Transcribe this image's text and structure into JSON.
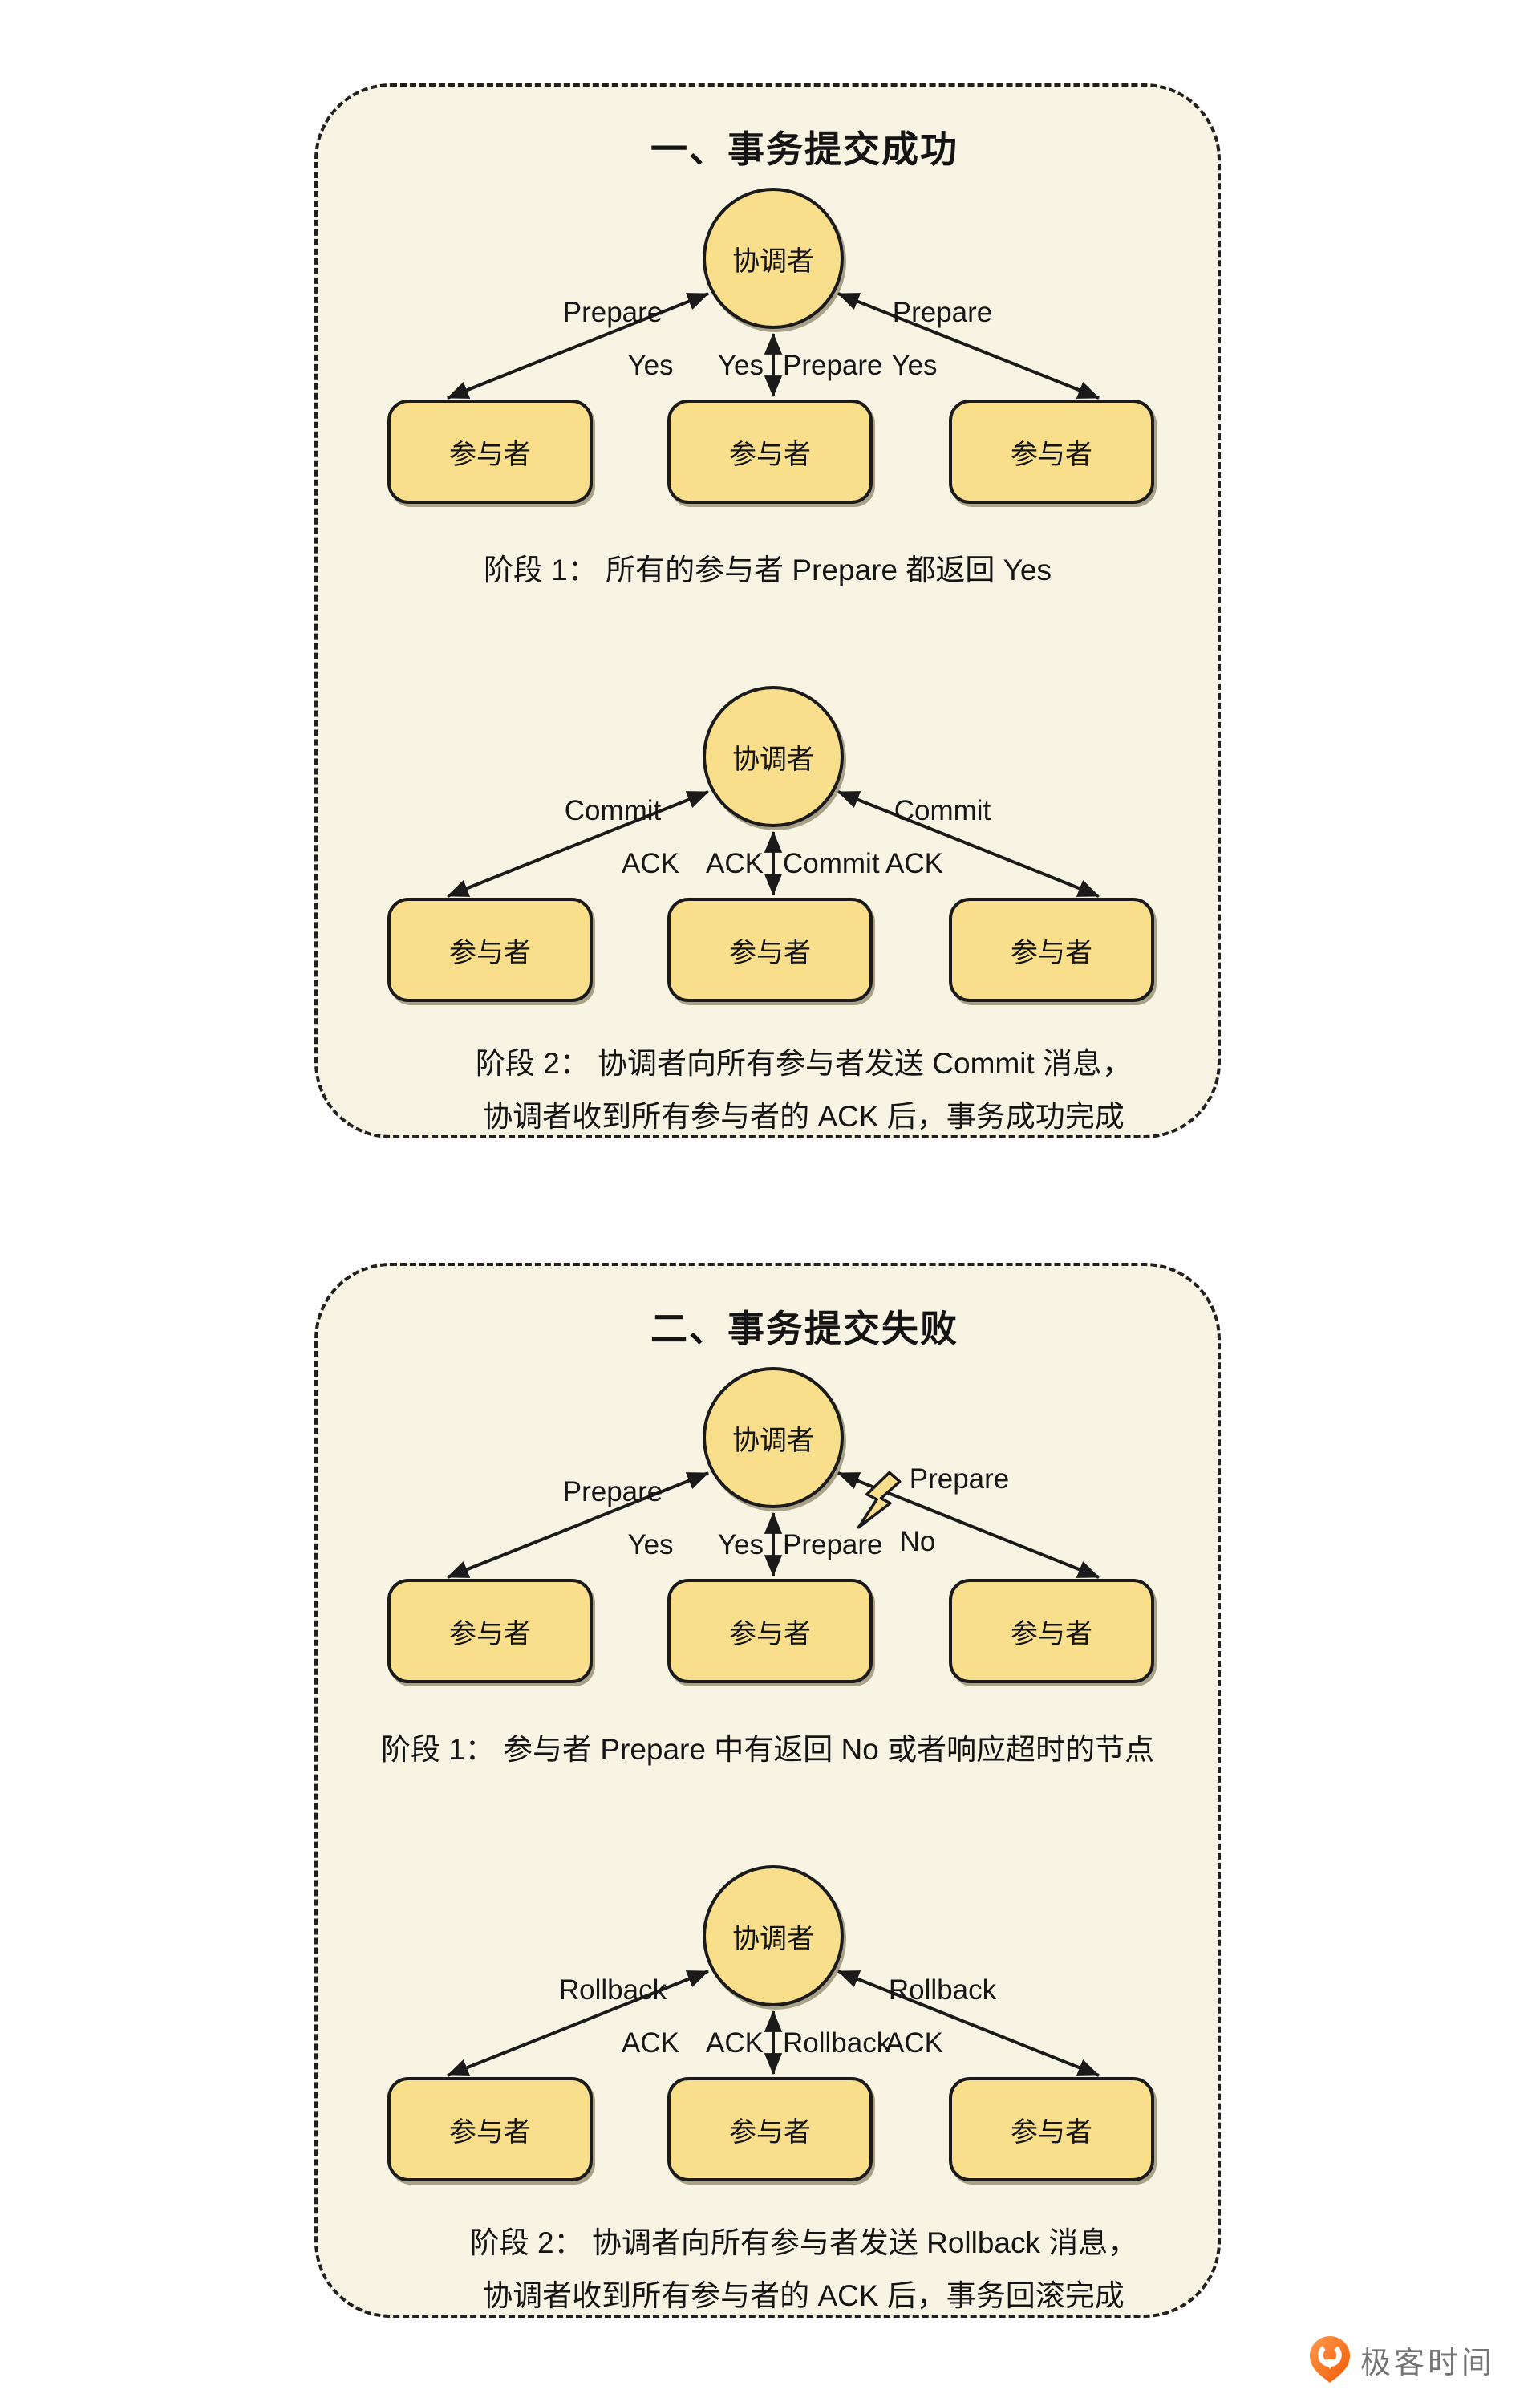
{
  "colors": {
    "page_bg": "#ffffff",
    "panel_bg": "#f7f4e4",
    "node_fill": "#f9de8c",
    "ink": "#1a1a1a",
    "brand_orange": "#f15a05",
    "brand_gray": "#757575"
  },
  "panels": [
    {
      "title": "一、事务提交成功",
      "phases": [
        {
          "coordinator": "协调者",
          "participants": [
            "参与者",
            "参与者",
            "参与者"
          ],
          "left_request": "Prepare",
          "left_reply": "Yes",
          "mid_reply": "Yes",
          "mid_request": "Prepare",
          "right_request": "Prepare",
          "right_reply": "Yes",
          "caption_line1": "阶段 1： 所有的参与者 Prepare 都返回 Yes",
          "caption_line2": ""
        },
        {
          "coordinator": "协调者",
          "participants": [
            "参与者",
            "参与者",
            "参与者"
          ],
          "left_request": "Commit",
          "left_reply": "ACK",
          "mid_reply": "ACK",
          "mid_request": "Commit",
          "right_request": "Commit",
          "right_reply": "ACK",
          "caption_line1": "阶段 2： 协调者向所有参与者发送 Commit 消息，",
          "caption_line2": "协调者收到所有参与者的 ACK 后，事务成功完成"
        }
      ]
    },
    {
      "title": "二、事务提交失败",
      "phases": [
        {
          "coordinator": "协调者",
          "participants": [
            "参与者",
            "参与者",
            "参与者"
          ],
          "left_request": "Prepare",
          "left_reply": "Yes",
          "mid_reply": "Yes",
          "mid_request": "Prepare",
          "right_request": "Prepare",
          "right_reply": "No",
          "caption_line1": "阶段 1： 参与者 Prepare 中有返回 No 或者响应超时的节点",
          "caption_line2": ""
        },
        {
          "coordinator": "协调者",
          "participants": [
            "参与者",
            "参与者",
            "参与者"
          ],
          "left_request": "Rollback",
          "left_reply": "ACK",
          "mid_reply": "ACK",
          "mid_request": "Rollback",
          "right_request": "Rollback",
          "right_reply": "ACK",
          "caption_line1": "阶段 2： 协调者向所有参与者发送 Rollback 消息，",
          "caption_line2": "协调者收到所有参与者的 ACK 后，事务回滚完成"
        }
      ]
    }
  ],
  "footer": {
    "brand": "极客时间"
  }
}
